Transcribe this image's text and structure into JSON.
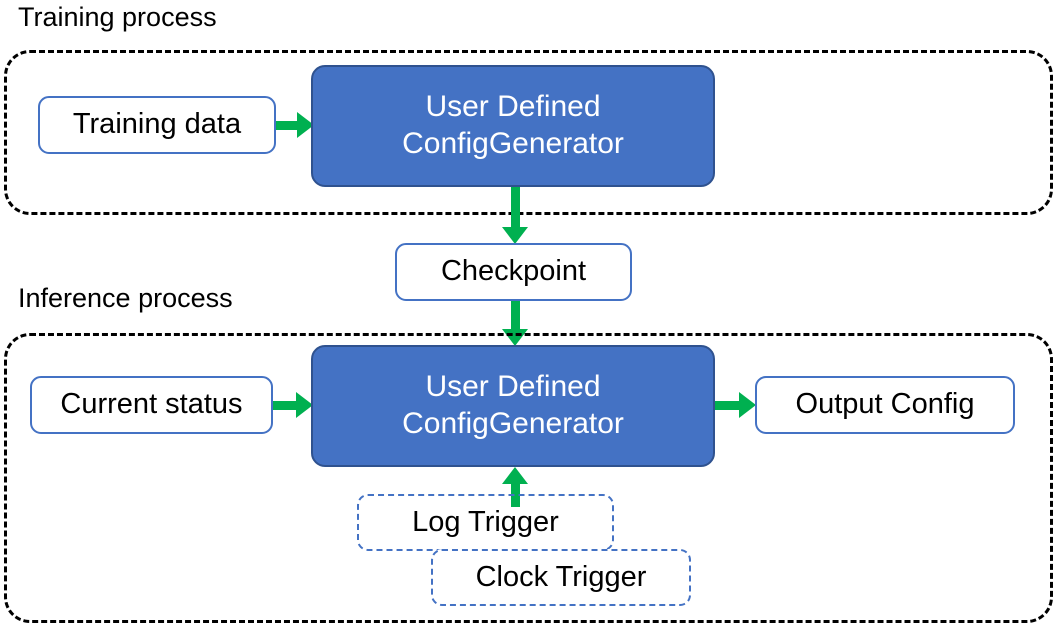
{
  "diagram": {
    "title_training": "Training process",
    "title_inference": "Inference process",
    "colors": {
      "process_fill": "#4472C4",
      "process_border": "#2F528F",
      "node_border": "#4472C4",
      "arrow": "#00B050",
      "group_border": "#000000",
      "background": "#ffffff",
      "text_dark": "#000000",
      "text_light": "#ffffff"
    },
    "groups": [
      {
        "id": "training",
        "label": "Training process"
      },
      {
        "id": "inference",
        "label": "Inference process"
      }
    ],
    "nodes": {
      "training_data": {
        "label": "Training data",
        "type": "data-box"
      },
      "train_generator": {
        "line1": "User Defined",
        "line2": "ConfigGenerator",
        "type": "process-box"
      },
      "checkpoint": {
        "label": "Checkpoint",
        "type": "data-box"
      },
      "current_status": {
        "label": "Current status",
        "type": "data-box"
      },
      "infer_generator": {
        "line1": "User Defined",
        "line2": "ConfigGenerator",
        "type": "process-box"
      },
      "output_config": {
        "label": "Output Config",
        "type": "data-box"
      },
      "log_trigger": {
        "label": "Log Trigger",
        "type": "dashed-box"
      },
      "clock_trigger": {
        "label": "Clock Trigger",
        "type": "dashed-box"
      }
    },
    "edges": [
      {
        "from": "training_data",
        "to": "train_generator",
        "direction": "right"
      },
      {
        "from": "train_generator",
        "to": "checkpoint",
        "direction": "down"
      },
      {
        "from": "checkpoint",
        "to": "infer_generator",
        "direction": "down"
      },
      {
        "from": "current_status",
        "to": "infer_generator",
        "direction": "right"
      },
      {
        "from": "infer_generator",
        "to": "output_config",
        "direction": "right"
      },
      {
        "from": "triggers",
        "to": "infer_generator",
        "direction": "up"
      }
    ]
  }
}
